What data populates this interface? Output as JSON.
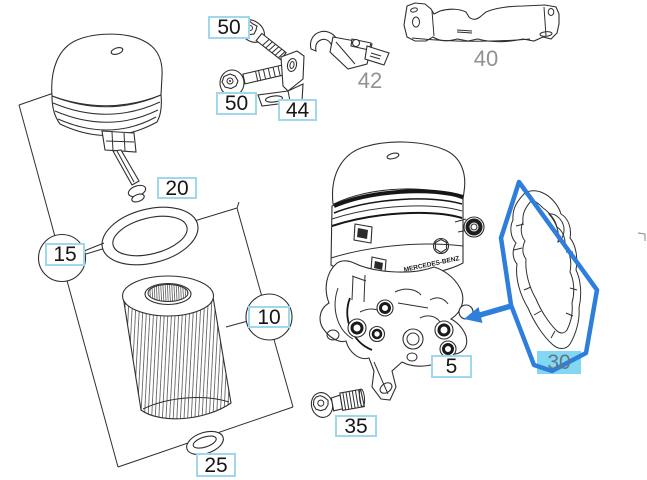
{
  "diagram": {
    "kind": "exploded-parts-diagram",
    "subject": "engine oil filter housing assembly",
    "background": "#ffffff"
  },
  "colors": {
    "accent_blue": "#2e7fdb",
    "highlight_cyan": "#82d7f3",
    "label_border": "#9fd7ec",
    "plain_gray": "#919191"
  },
  "part_labels": [
    {
      "part": "screw-top",
      "text": "50",
      "style": "boxed"
    },
    {
      "part": "screw-front",
      "text": "50",
      "style": "boxed"
    },
    {
      "part": "bracket-angle",
      "text": "44",
      "style": "boxed"
    },
    {
      "part": "bracket-clamp",
      "text": "42",
      "style": "plain"
    },
    {
      "part": "bracket-long",
      "text": "40",
      "style": "plain"
    },
    {
      "part": "sealing-ring",
      "text": "20",
      "style": "boxed"
    },
    {
      "part": "filter-kit",
      "text": "15",
      "style": "boxed-balloon"
    },
    {
      "part": "filter-element",
      "text": "10",
      "style": "boxed-balloon"
    },
    {
      "part": "o-ring-small",
      "text": "25",
      "style": "boxed"
    },
    {
      "part": "filter-housing",
      "text": "5",
      "style": "boxed"
    },
    {
      "part": "bolt",
      "text": "35",
      "style": "boxed"
    },
    {
      "part": "gasket",
      "text": "30",
      "style": "highlighted"
    }
  ],
  "engraving": {
    "text": "MERCEDES-BENZ"
  }
}
